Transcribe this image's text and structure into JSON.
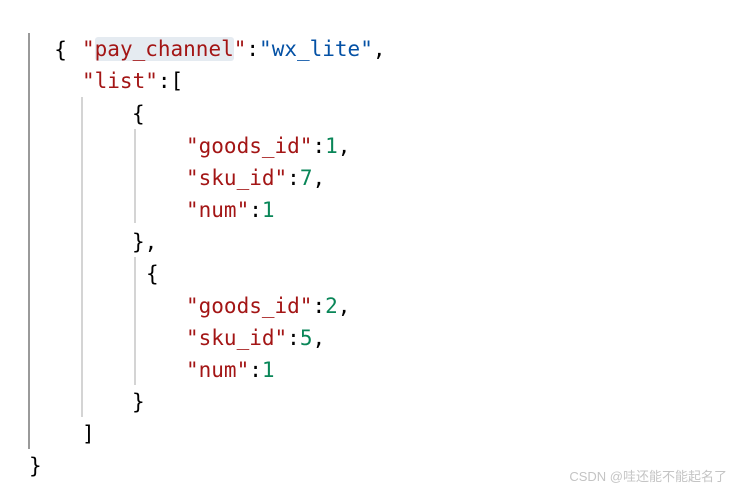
{
  "code": {
    "open_root": "{",
    "pay_channel_key": "pay_channel",
    "pay_channel_value": "\"wx_lite\"",
    "list_key": "\"list\"",
    "list_open": "[",
    "items": [
      {
        "open": "{",
        "goods_id_key": "\"goods_id\"",
        "goods_id": "1",
        "sku_id_key": "\"sku_id\"",
        "sku_id": "7",
        "num_key": "\"num\"",
        "num": "1",
        "close": "},"
      },
      {
        "open": "{",
        "goods_id_key": "\"goods_id\"",
        "goods_id": "2",
        "sku_id_key": "\"sku_id\"",
        "sku_id": "5",
        "num_key": "\"num\"",
        "num": "1",
        "close": "}"
      }
    ],
    "list_close": "]",
    "close_root": "}"
  },
  "punct": {
    "quote": "\"",
    "colon": ":",
    "comma": ","
  },
  "watermark": "CSDN @哇还能不能起名了",
  "colors": {
    "key": "#a31515",
    "string": "#0451a5",
    "number": "#098658",
    "highlight": "#e5ebf1"
  }
}
